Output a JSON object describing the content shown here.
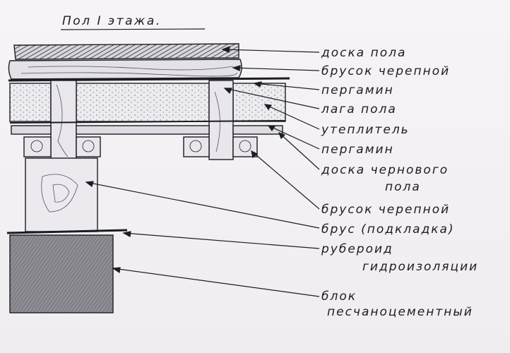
{
  "title": "Пол  I  этажа.",
  "labels": [
    {
      "id": "floor-board",
      "text": "доска пола"
    },
    {
      "id": "cranial-bar-top",
      "text": "брусок черепной"
    },
    {
      "id": "pergamin-top",
      "text": "пергамин"
    },
    {
      "id": "floor-joist",
      "text": "лага пола"
    },
    {
      "id": "insulation",
      "text": "утеплитель"
    },
    {
      "id": "pergamin-bottom",
      "text": "пергамин"
    },
    {
      "id": "subfloor-board-1",
      "text": "доска чернового"
    },
    {
      "id": "subfloor-board-2",
      "text": "пола"
    },
    {
      "id": "cranial-bar-bottom",
      "text": "брусок черепной"
    },
    {
      "id": "beam-pad",
      "text": "брус (подкладка)"
    },
    {
      "id": "roofing-felt-1",
      "text": "рубероид"
    },
    {
      "id": "roofing-felt-2",
      "text": "гидроизоляции"
    },
    {
      "id": "block-1",
      "text": "блок"
    },
    {
      "id": "block-2",
      "text": "песчаноцементный"
    }
  ],
  "colors": {
    "ink": "#1c1c22",
    "paper": "#f4f2f4",
    "graphite": "#6a6a72",
    "block_fill": "#8a8a90"
  }
}
